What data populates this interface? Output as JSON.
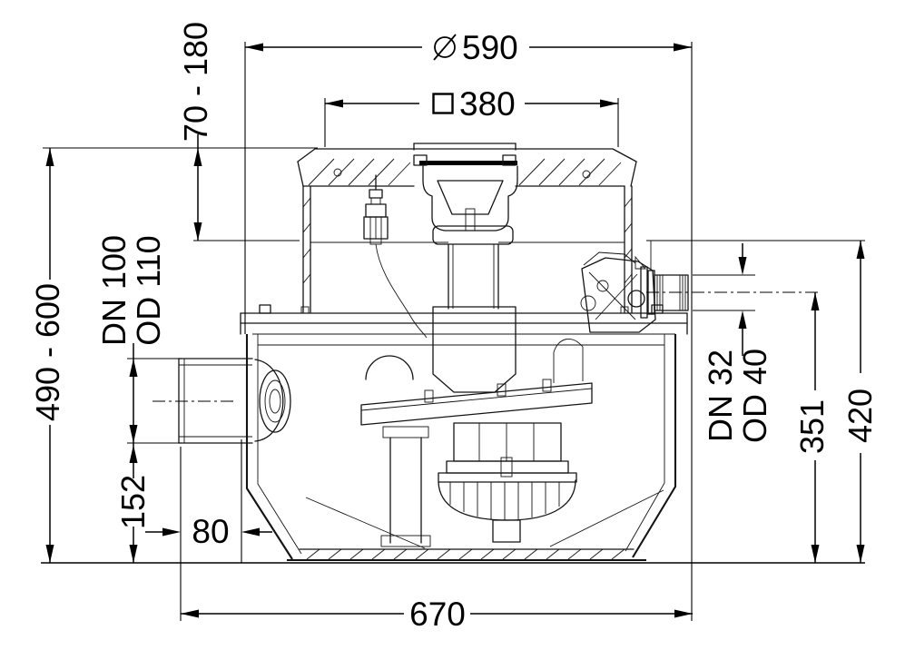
{
  "colors": {
    "line": "#000000",
    "background": "#ffffff"
  },
  "dimensions": {
    "cover_diameter": {
      "symbol": "⌀",
      "value": "590"
    },
    "cover_opening": {
      "symbol": "□",
      "value": "380"
    },
    "telescopic_adjustment": "70 - 180",
    "installation_depth": "490 - 600",
    "inlet": {
      "dn": "DN 100",
      "od": "OD 110"
    },
    "inlet_invert_height": "152",
    "inlet_stub_length": "80",
    "overall_width": "670",
    "outlet": {
      "dn": "DN 32",
      "od": "OD 40"
    },
    "outlet_center_height": "351",
    "outlet_top_height": "420"
  }
}
